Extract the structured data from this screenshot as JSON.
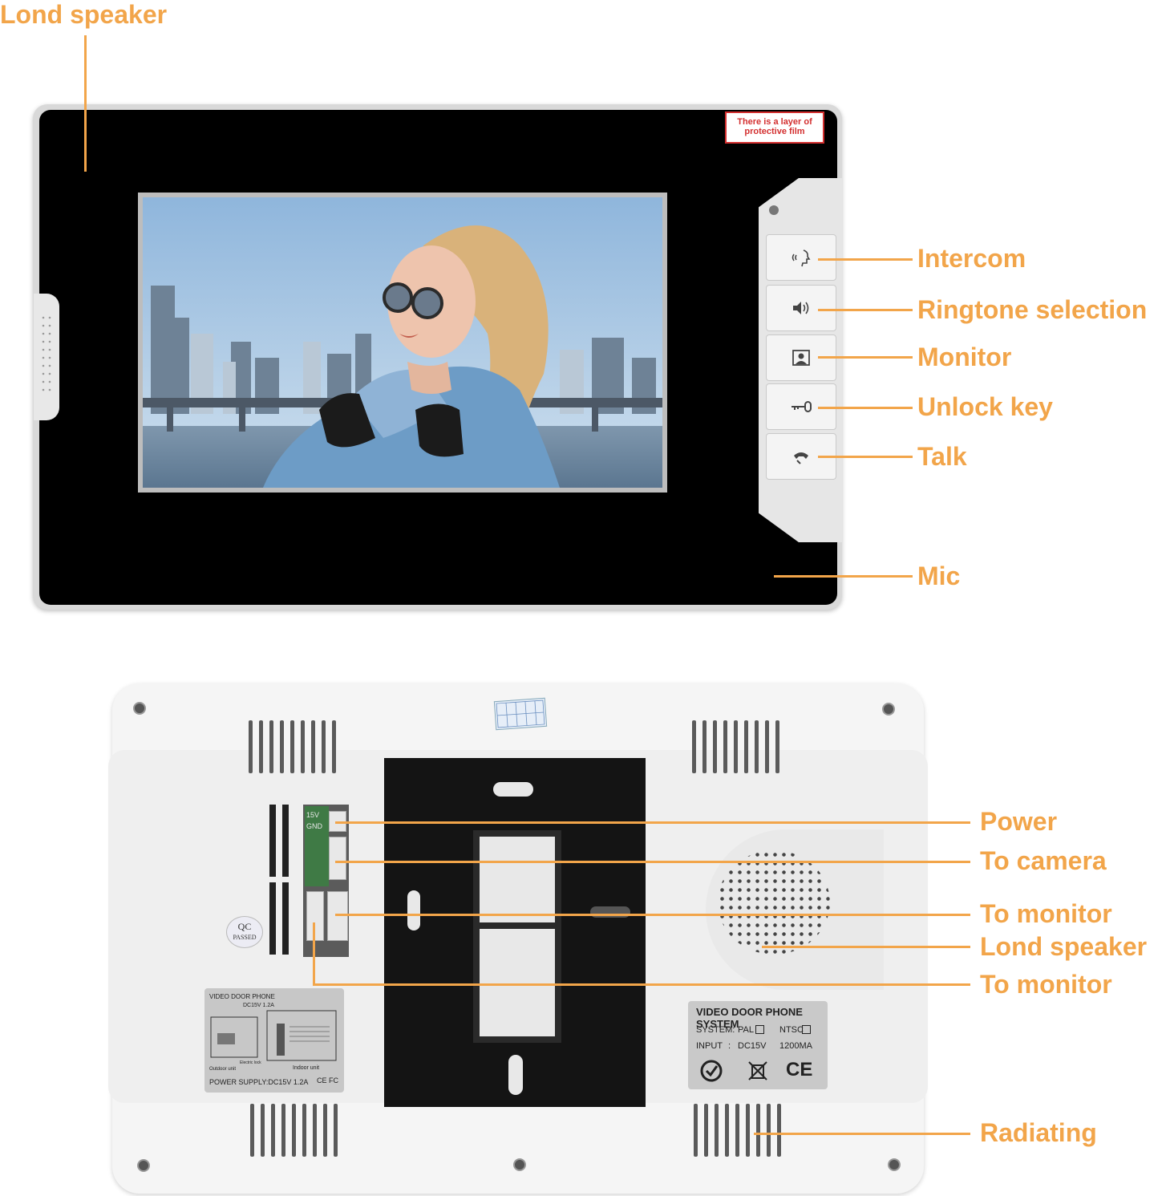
{
  "front_unit": {
    "film_label": "There is a layer of protective film"
  },
  "front_callouts": {
    "loud_speaker": "Lond speaker",
    "intercom": "Intercom",
    "ringtone": "Ringtone selection",
    "monitor": "Monitor",
    "unlock": "Unlock key",
    "talk": "Talk",
    "mic": "Mic"
  },
  "back_callouts": {
    "power": "Power",
    "to_camera": "To camera",
    "to_monitor_1": "To monitor",
    "loud_speaker": "Lond speaker",
    "to_monitor_2": "To monitor",
    "radiating": "Radiating"
  },
  "back_unit": {
    "terminal_15v": "15V",
    "terminal_gnd": "GND",
    "qc_line1": "QC",
    "qc_line2": "PASSED",
    "rating_label": {
      "title": "VIDEO DOOR PHONE SYSTEM",
      "system_label": "SYSTEM:",
      "pal": "PAL",
      "ntsc": "NTSC",
      "input_label": "INPUT",
      "input_sep": ":",
      "input_value": "DC15V",
      "current": "1200MA",
      "ce_mark": "CE"
    },
    "wiring_label": {
      "title": "VIDEO DOOR PHONE",
      "supply_small": "DC15V 1.2A",
      "outdoor": "Outdoor unit",
      "electric_lock": "Electric lock",
      "indoor": "Indoor unit",
      "power_supply": "POWER SUPPLY:DC15V 1.2A",
      "marks": "CE FC"
    }
  },
  "colors": {
    "callout": "#f2a54a",
    "film_label_red": "#d32f2f"
  },
  "icons": [
    "intercom-icon",
    "speaker-volume-icon",
    "monitor-person-icon",
    "key-icon",
    "phone-talk-icon"
  ]
}
